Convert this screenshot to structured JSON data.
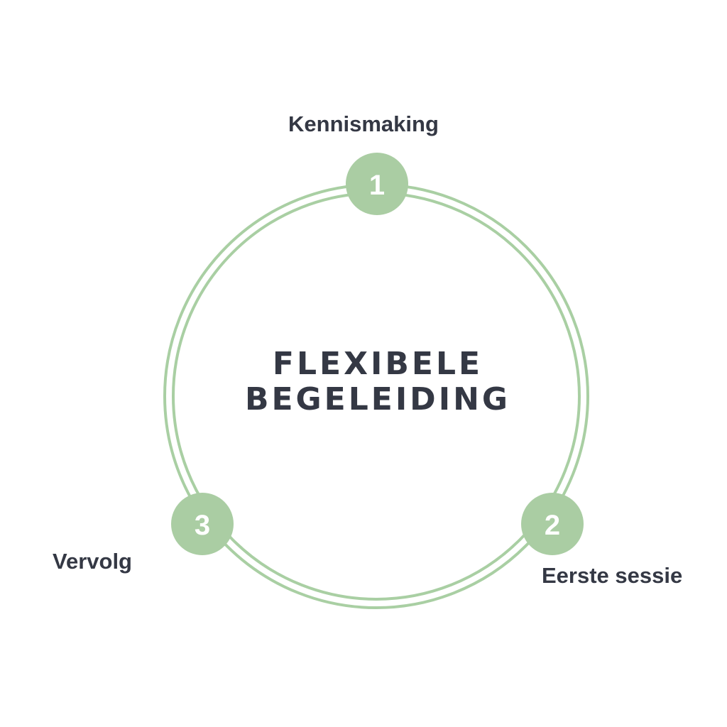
{
  "center": {
    "line1": "FLEXIBELE",
    "line2": "BEGELEIDING"
  },
  "steps": [
    {
      "number": "1",
      "label": "Kennismaking"
    },
    {
      "number": "2",
      "label": "Eerste sessie"
    },
    {
      "number": "3",
      "label": "Vervolg"
    }
  ],
  "colors": {
    "ring": "#a9cfa3",
    "node": "#aacda3",
    "text": "#343844",
    "node_text": "#ffffff"
  }
}
